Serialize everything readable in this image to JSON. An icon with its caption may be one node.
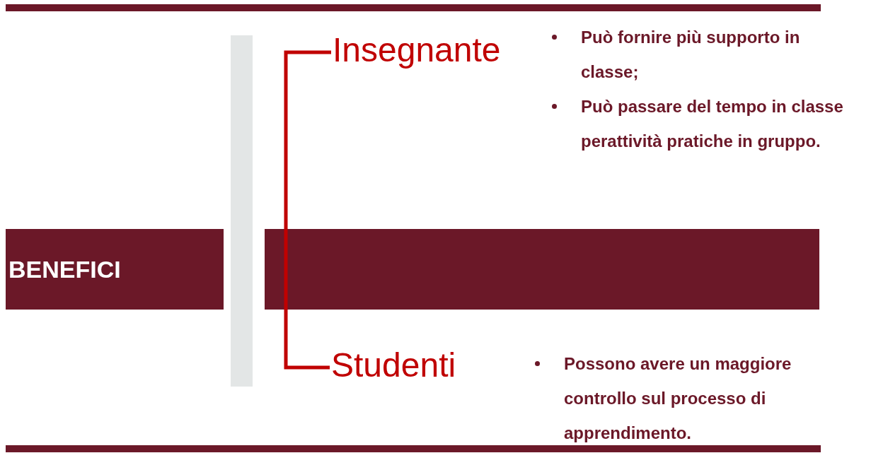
{
  "diagram": {
    "nodes": [
      {
        "text": [
          "Insegnante"
        ],
        "beside": [
          "Può fornire più supporto in classe;",
          "Può passare del tempo in classe perattività pratiche in gruppo."
        ]
      },
      {
        "text": [
          "BENEFICI"
        ]
      },
      {
        "text": [],
        "shape": "bar"
      },
      {
        "text": [],
        "shape": "bar"
      },
      {
        "text": [
          "Studenti"
        ]
      }
    ],
    "labels": [
      "Possono avere un maggiore controllo sul processo di apprendimento."
    ]
  }
}
